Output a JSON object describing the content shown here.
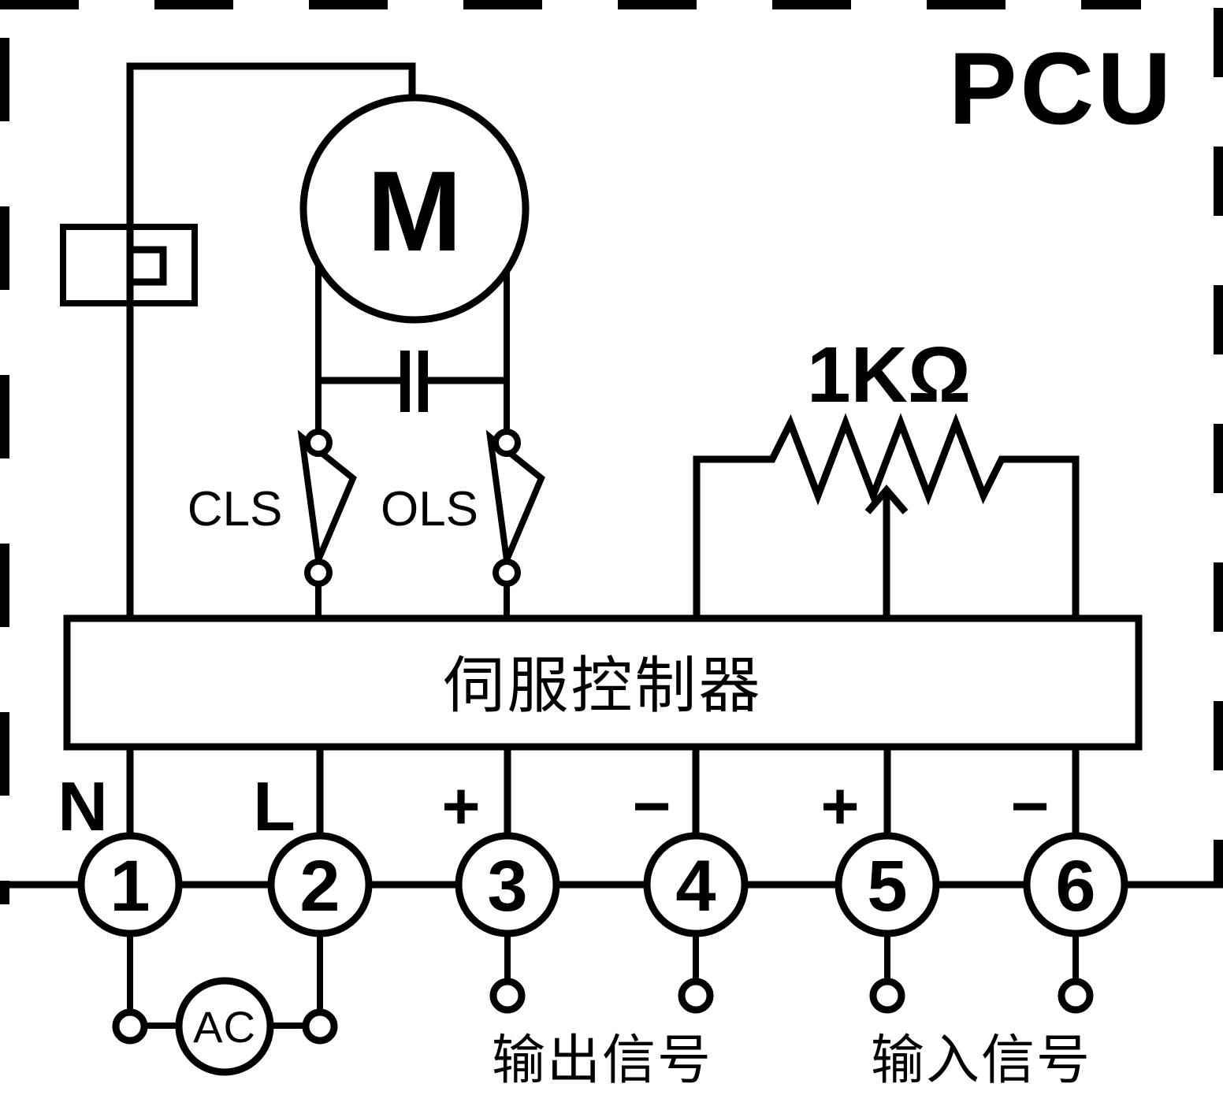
{
  "colors": {
    "line": "#000000",
    "background": "#ffffff"
  },
  "title": {
    "text": "PCU"
  },
  "motor": {
    "label": "M"
  },
  "switches": {
    "cls_label": "CLS",
    "ols_label": "OLS"
  },
  "potentiometer": {
    "value_label": "1KΩ"
  },
  "controller": {
    "label": "伺服控制器"
  },
  "terminals": [
    {
      "number": "1",
      "label": "N"
    },
    {
      "number": "2",
      "label": "L"
    },
    {
      "number": "3",
      "label": "+"
    },
    {
      "number": "4",
      "label": "−"
    },
    {
      "number": "5",
      "label": "+"
    },
    {
      "number": "6",
      "label": "−"
    }
  ],
  "power": {
    "source_label": "AC"
  },
  "signals": {
    "output_label": "输出信号",
    "input_label": "输入信号"
  }
}
